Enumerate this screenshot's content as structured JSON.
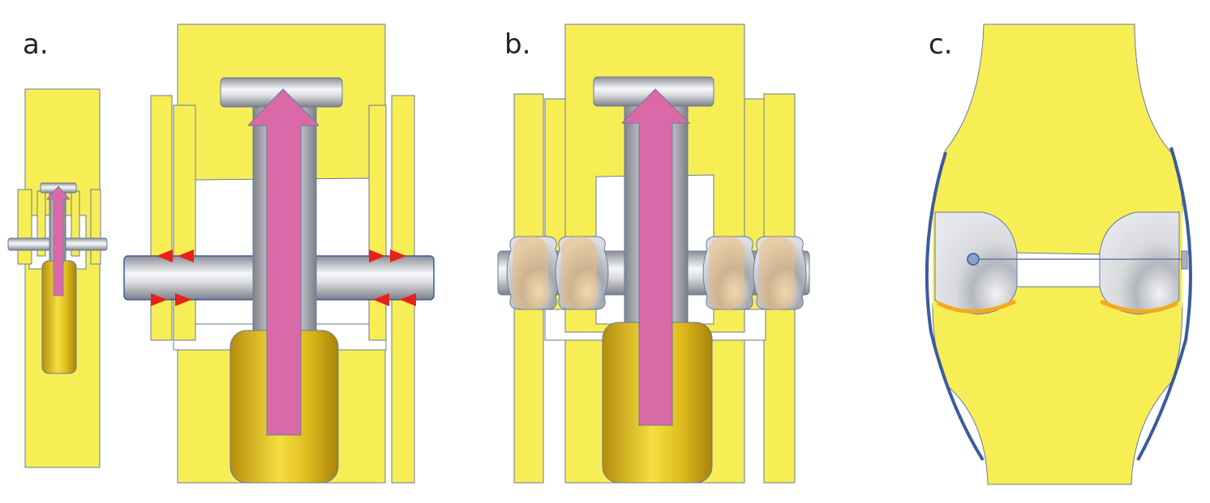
{
  "labels": {
    "a": "a.",
    "b": "b.",
    "c": "c."
  },
  "colors": {
    "bone": "#f7ee55",
    "bone_outline": "#6a7a9a",
    "arrow": "#d96aa7",
    "metal_dark": "#8a8d94",
    "metal_light": "#f4f5f7",
    "gold_dark": "#b8900c",
    "gold_light": "#f5dc3c",
    "force_arrow": "#e8201c",
    "cartilage": "#f5a91c",
    "capsule": "#3b5b9e",
    "washer": "#f0be78"
  }
}
